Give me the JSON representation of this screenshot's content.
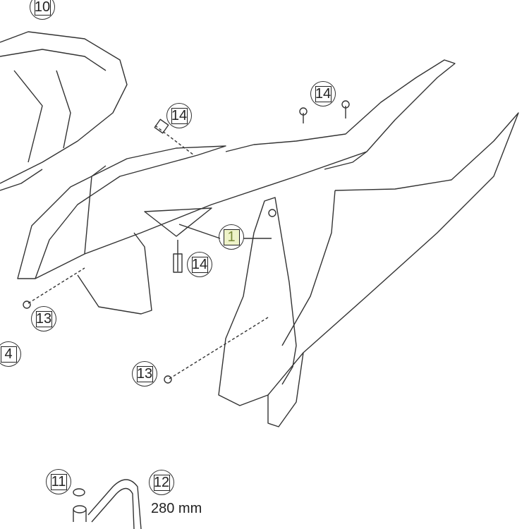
{
  "callouts": [
    {
      "label": "10",
      "highlighted": false
    },
    {
      "label": "14",
      "highlighted": false
    },
    {
      "label": "14",
      "highlighted": false
    },
    {
      "label": "1",
      "highlighted": true
    },
    {
      "label": "14",
      "highlighted": false
    },
    {
      "label": "13",
      "highlighted": false
    },
    {
      "label": "4",
      "highlighted": false
    },
    {
      "label": "13",
      "highlighted": false
    },
    {
      "label": "11",
      "highlighted": false
    },
    {
      "label": "12",
      "highlighted": false
    }
  ],
  "dimension_text": "280 mm",
  "colors": {
    "line": "#333333",
    "highlight": "#eef3c8"
  }
}
